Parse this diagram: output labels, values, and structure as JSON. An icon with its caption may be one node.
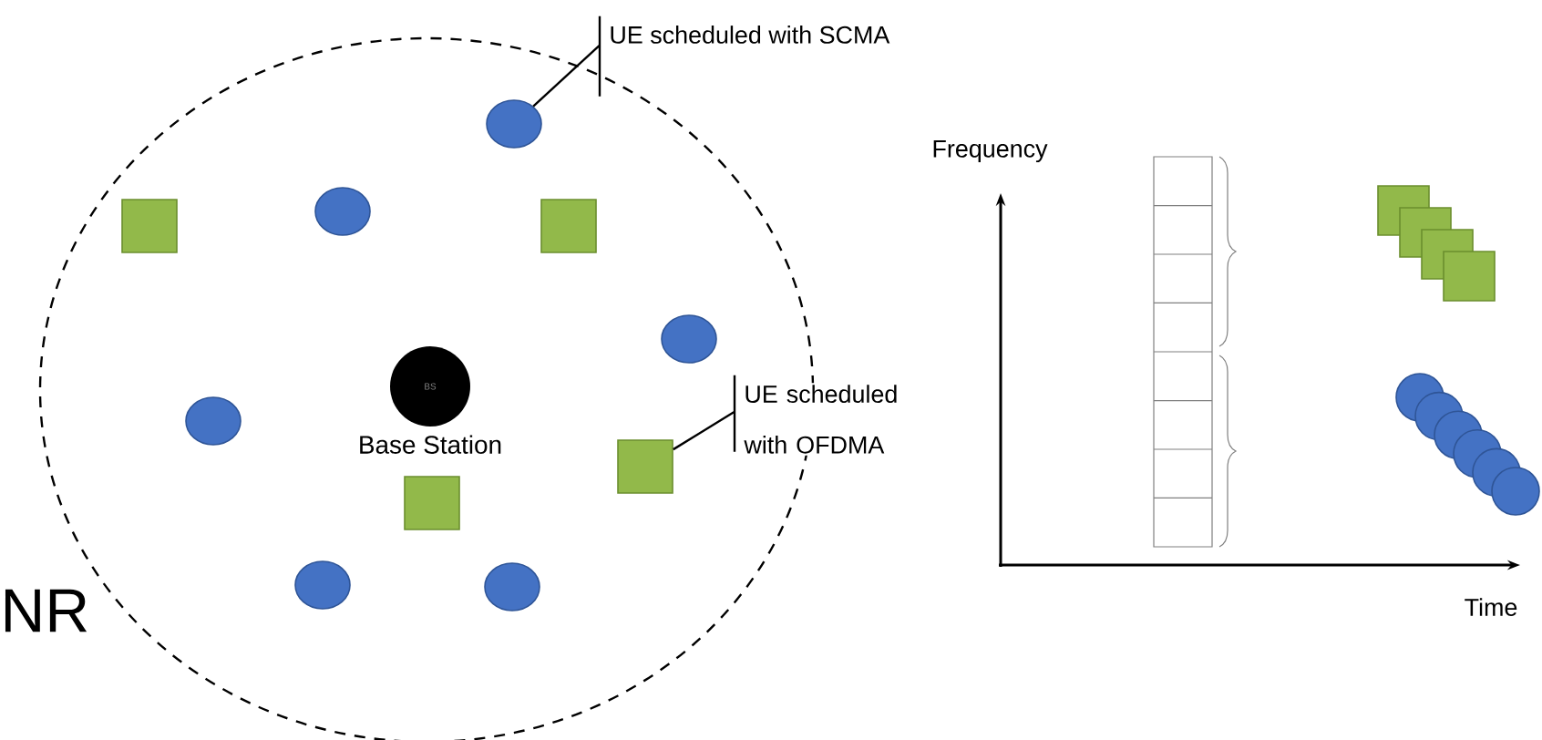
{
  "diagram": {
    "nodes": [
      {
        "text": [
          "UE scheduled with SCMA"
        ]
      },
      {
        "text": [],
        "shape": "circle"
      },
      {
        "text": [],
        "shape": "box"
      },
      {
        "text": [],
        "shape": "circle"
      },
      {
        "text": [],
        "shape": "box"
      },
      {
        "text": [],
        "shape": "circle"
      },
      {
        "text": [
          "BS"
        ],
        "beside": [
          "Base Station"
        ]
      },
      {
        "text": [
          "UE scheduled with OFDMA"
        ]
      },
      {
        "text": [],
        "shape": "circle"
      },
      {
        "text": [],
        "shape": "box"
      },
      {
        "text": [],
        "shape": "box"
      },
      {
        "text": [],
        "shape": "circle"
      },
      {
        "text": [],
        "shape": "circle"
      }
    ],
    "edges": [
      {
        "from": 0,
        "to": 1,
        "arrow": "none"
      },
      {
        "from": 7,
        "to": 9,
        "arrow": "none"
      }
    ],
    "labels": [
      "NR",
      "Frequency",
      "Time"
    ]
  }
}
